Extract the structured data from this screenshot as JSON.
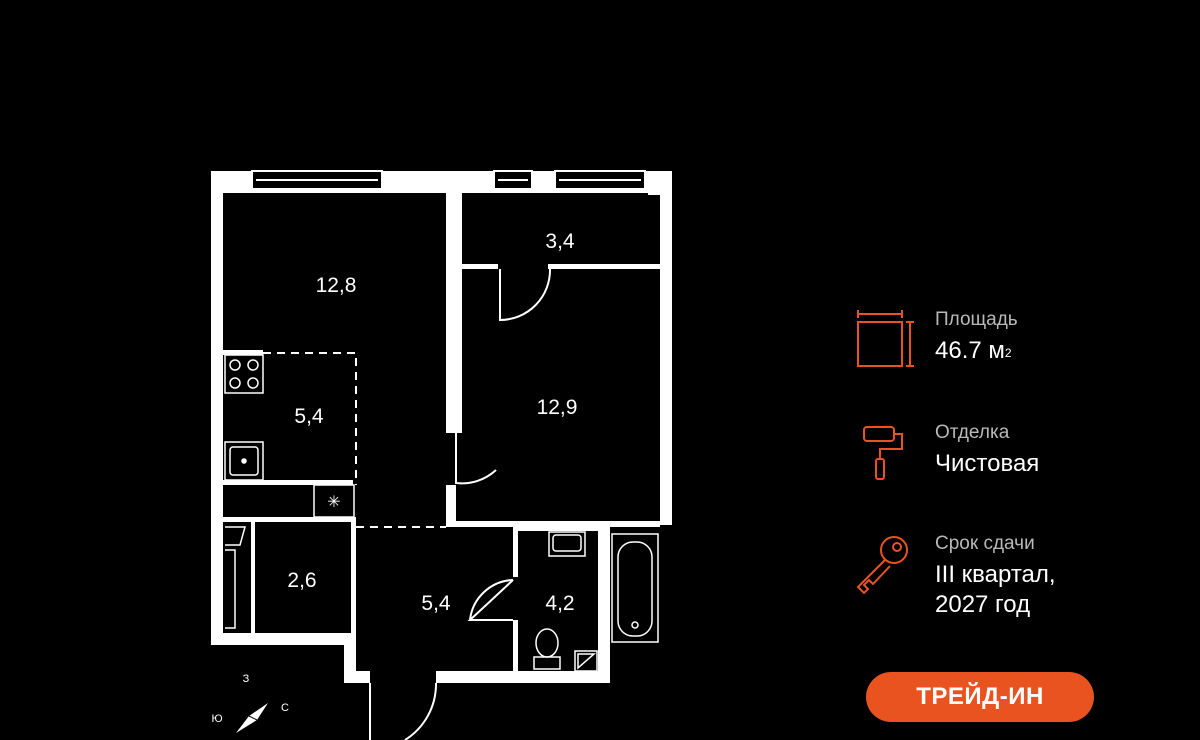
{
  "rooms": [
    {
      "id": "living",
      "area": "12,8"
    },
    {
      "id": "balcony",
      "area": "3,4"
    },
    {
      "id": "kitchen",
      "area": "5,4"
    },
    {
      "id": "bedroom",
      "area": "12,9"
    },
    {
      "id": "wardrobe",
      "area": "2,6"
    },
    {
      "id": "hall",
      "area": "5,4"
    },
    {
      "id": "bathroom",
      "area": "4,2"
    }
  ],
  "compass": {
    "west": "З",
    "south": "Ю",
    "east": "С"
  },
  "info": {
    "area": {
      "label": "Площадь",
      "value": "46.7 м",
      "unit_sup": "2",
      "icon": "area-icon"
    },
    "finish": {
      "label": "Отделка",
      "value": "Чистовая",
      "icon": "paint-roller-icon"
    },
    "deadline": {
      "label": "Срок сдачи",
      "value_line1": "III квартал,",
      "value_line2": "2027 год",
      "icon": "key-icon"
    }
  },
  "trade_in": {
    "label": "ТРЕЙД-ИН"
  },
  "colors": {
    "accent": "#e8531f",
    "wall": "#ffffff",
    "background": "#000000"
  }
}
